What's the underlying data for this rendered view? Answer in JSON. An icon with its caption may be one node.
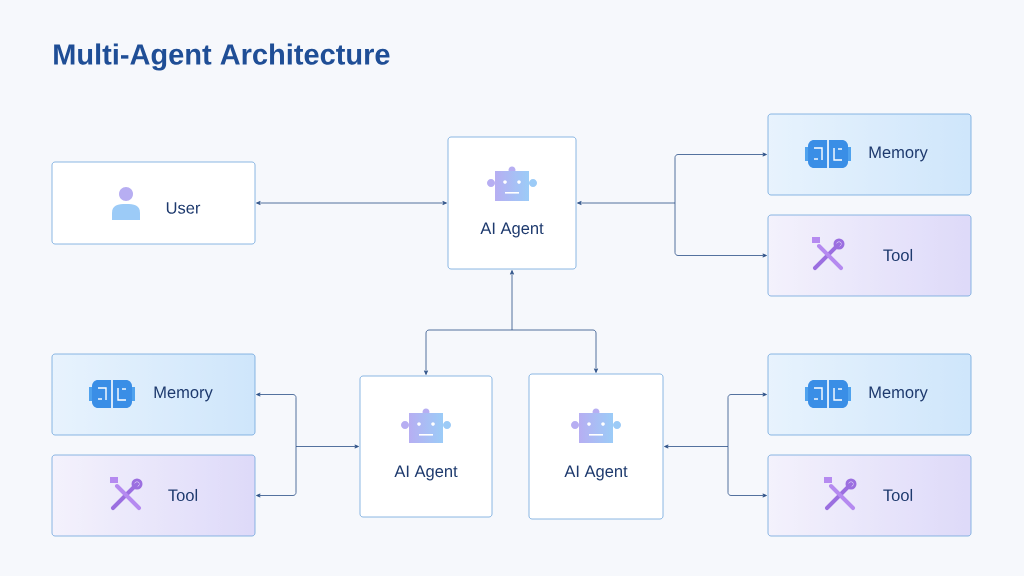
{
  "diagram": {
    "title": "Multi-Agent Architecture",
    "nodes": [
      {
        "text": [
          "User"
        ]
      },
      {
        "text": [
          "AI Agent"
        ]
      },
      {
        "text": [
          "Memory"
        ]
      },
      {
        "text": [
          "Tool"
        ]
      },
      {
        "text": [
          "Memory"
        ]
      },
      {
        "text": [
          "Tool"
        ]
      },
      {
        "text": [
          "AI Agent"
        ]
      },
      {
        "text": [
          "AI Agent"
        ]
      },
      {
        "text": [
          "Memory"
        ]
      },
      {
        "text": [
          "Tool"
        ]
      }
    ],
    "edges": [
      {
        "from": 0,
        "to": 1,
        "arrow": "both"
      },
      {
        "from": 1,
        "to": 2,
        "arrow": "both"
      },
      {
        "from": 1,
        "to": 3,
        "arrow": "both"
      },
      {
        "from": 1,
        "to": 6,
        "arrow": "both"
      },
      {
        "from": 1,
        "to": 7,
        "arrow": "both"
      },
      {
        "from": 6,
        "to": 4,
        "arrow": "both"
      },
      {
        "from": 6,
        "to": 5,
        "arrow": "both"
      },
      {
        "from": 7,
        "to": 8,
        "arrow": "both"
      },
      {
        "from": 7,
        "to": 9,
        "arrow": "both"
      }
    ]
  }
}
